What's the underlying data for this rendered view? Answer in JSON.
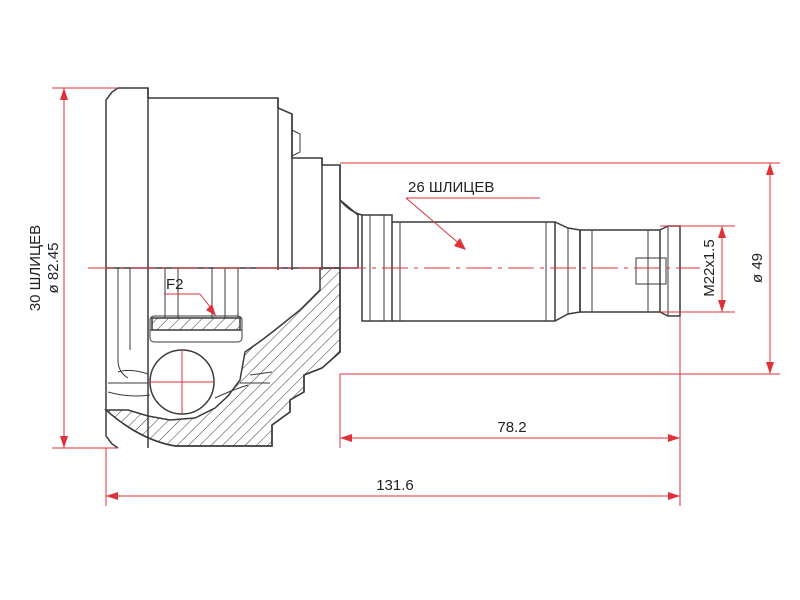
{
  "drawing": {
    "label_outer_splines": "30 ШЛИЦЕВ",
    "label_outer_diameter": "ø 82.45",
    "label_shaft_splines": "26 ШЛИЦЕВ",
    "label_thread": "M22x1.5",
    "label_shaft_diameter": "ø 49",
    "label_length_shaft": "78.2",
    "label_length_total": "131.6",
    "label_f2": "F2"
  },
  "colors": {
    "dimension_red": "#e0303a",
    "outline": "#3a3a3a"
  }
}
